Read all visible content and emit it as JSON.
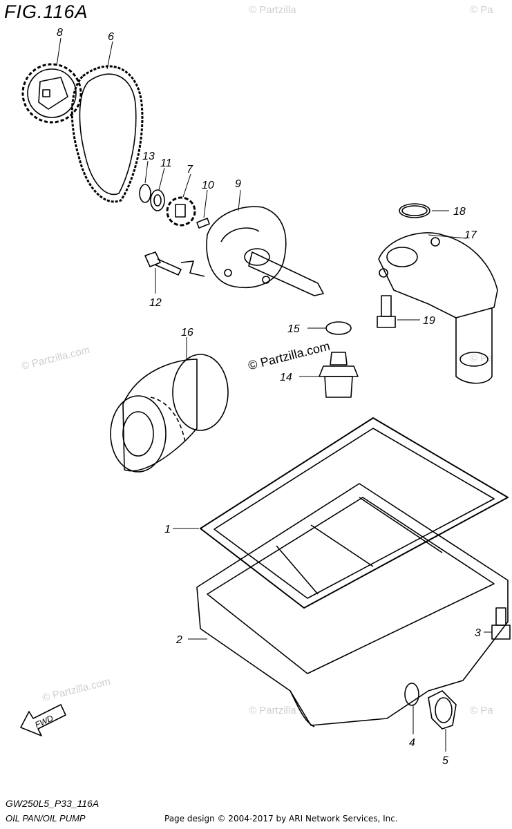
{
  "figure": {
    "title": "FIG.116A"
  },
  "footer": {
    "code": "GW250L5_P33_116A",
    "description": "OIL PAN/OIL PUMP",
    "copyright": "Page design © 2004-2017 by ARI Network Services, Inc."
  },
  "watermark": {
    "text": "© Partzilla.com",
    "short": "© Partzilla",
    "edge": "© Pa"
  },
  "fwd_label": "FWD",
  "callouts": [
    "1",
    "2",
    "3",
    "4",
    "5",
    "6",
    "7",
    "8",
    "9",
    "10",
    "11",
    "12",
    "13",
    "14",
    "15",
    "16",
    "17",
    "18",
    "19"
  ]
}
